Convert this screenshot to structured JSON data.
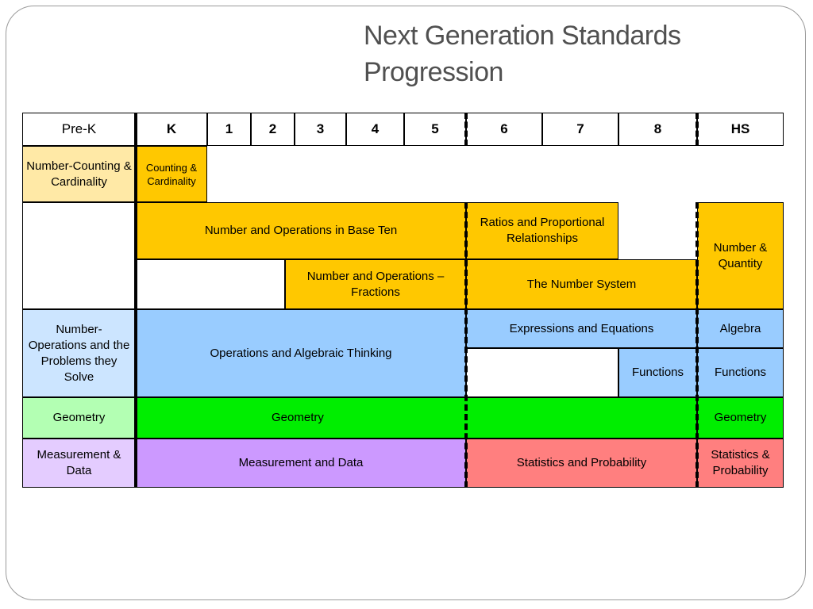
{
  "title": {
    "line1": "Next Generation Standards",
    "line2": "Progression"
  },
  "header": {
    "prek": "Pre-K",
    "k": "K",
    "g1": "1",
    "g2": "2",
    "g3": "3",
    "g4": "4",
    "g5": "5",
    "g6": "6",
    "g7": "7",
    "g8": "8",
    "hs": "HS"
  },
  "cells": {
    "prek_counting": "Number-Counting & Cardinality",
    "k_counting": "Counting & Cardinality",
    "nbt": "Number and Operations in Base Ten",
    "ratios": "Ratios and Proportional Relationships",
    "number_quantity": "Number & Quantity",
    "fractions": "Number and Operations – Fractions",
    "number_system": "The Number System",
    "prek_operations": "Number- Operations and the Problems they Solve",
    "oa": "Operations and Algebraic Thinking",
    "expressions": "Expressions and Equations",
    "algebra": "Algebra",
    "functions_8": "Functions",
    "functions_hs": "Functions",
    "prek_geometry": "Geometry",
    "geometry": "Geometry",
    "geometry_hs": "Geometry",
    "prek_measurement": "Measurement & Data",
    "measurement": "Measurement and Data",
    "statistics": "Statistics and Probability",
    "statistics_hs": "Statistics & Probability"
  },
  "colors": {
    "light_yellow": "#FFE9A6",
    "gold": "#FFC800",
    "light_blue_prek": "#CCE5FF",
    "blue": "#99CCFF",
    "light_green": "#B3FFB3",
    "green": "#00EE00",
    "light_purple": "#E4CCFF",
    "purple": "#CC99FF",
    "salmon": "#FF7F7F"
  }
}
